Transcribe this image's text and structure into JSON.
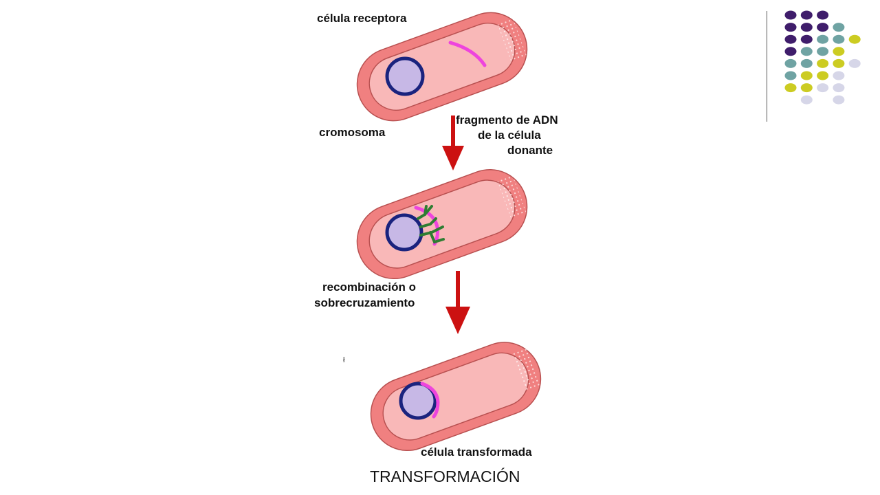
{
  "labels": {
    "receptor": "célula receptora",
    "chromosome": "cromosoma",
    "fragment_1": "fragmento de ADN",
    "fragment_2": "de la célula",
    "fragment_3": "donante",
    "recomb_1": "recombinación o",
    "recomb_2": "sobrecruzamiento",
    "transformed": "célula transformada",
    "stray_mark": "ł"
  },
  "title": "TRANSFORMACIÓN",
  "colors": {
    "cell_wall": "#f08080",
    "cell_wall_stroke": "#b85050",
    "cytoplasm": "#f9b8b8",
    "chromosome_ring": "#1a237e",
    "chromosome_fill": "#c7b8e6",
    "dna_fragment": "#ee44dd",
    "recombination_enzyme": "#2e7d32",
    "arrow": "#cc1111",
    "dot_purple": "#3f1d6b",
    "dot_teal": "#6fa3a3",
    "dot_yellow": "#cccc22",
    "dot_lavender": "#d6d6e8"
  },
  "dot_grid_colors": [
    [
      "purple",
      "purple",
      "purple",
      "",
      "",
      ""
    ],
    [
      "purple",
      "purple",
      "purple",
      "teal",
      "",
      ""
    ],
    [
      "purple",
      "purple",
      "teal",
      "teal",
      "yellow",
      ""
    ],
    [
      "purple",
      "teal",
      "teal",
      "yellow",
      "",
      ""
    ],
    [
      "teal",
      "teal",
      "yellow",
      "yellow",
      "lavender",
      ""
    ],
    [
      "teal",
      "yellow",
      "yellow",
      "lavender",
      "",
      ""
    ],
    [
      "yellow",
      "yellow",
      "lavender",
      "lavender",
      "",
      ""
    ],
    [
      "",
      "lavender",
      "",
      "lavender",
      "",
      ""
    ]
  ]
}
